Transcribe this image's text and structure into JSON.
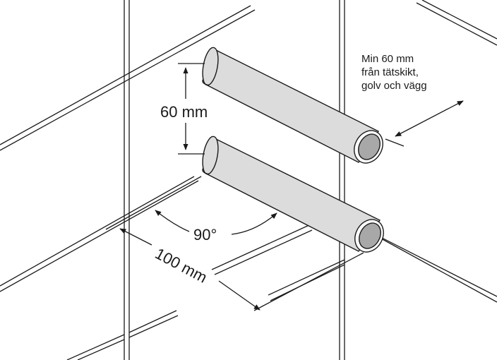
{
  "labels": {
    "vertical_spacing": "60 mm",
    "angle": "90°",
    "horizontal_spacing": "100 mm",
    "clearance_note": [
      "Min 60 mm",
      "från tätskikt,",
      "golv och vägg"
    ]
  },
  "colors": {
    "line": "#1a1a1a",
    "pipe_fill": "#dcdcdc",
    "pipe_bore": "#a8a8a8",
    "background": "#ffffff"
  }
}
